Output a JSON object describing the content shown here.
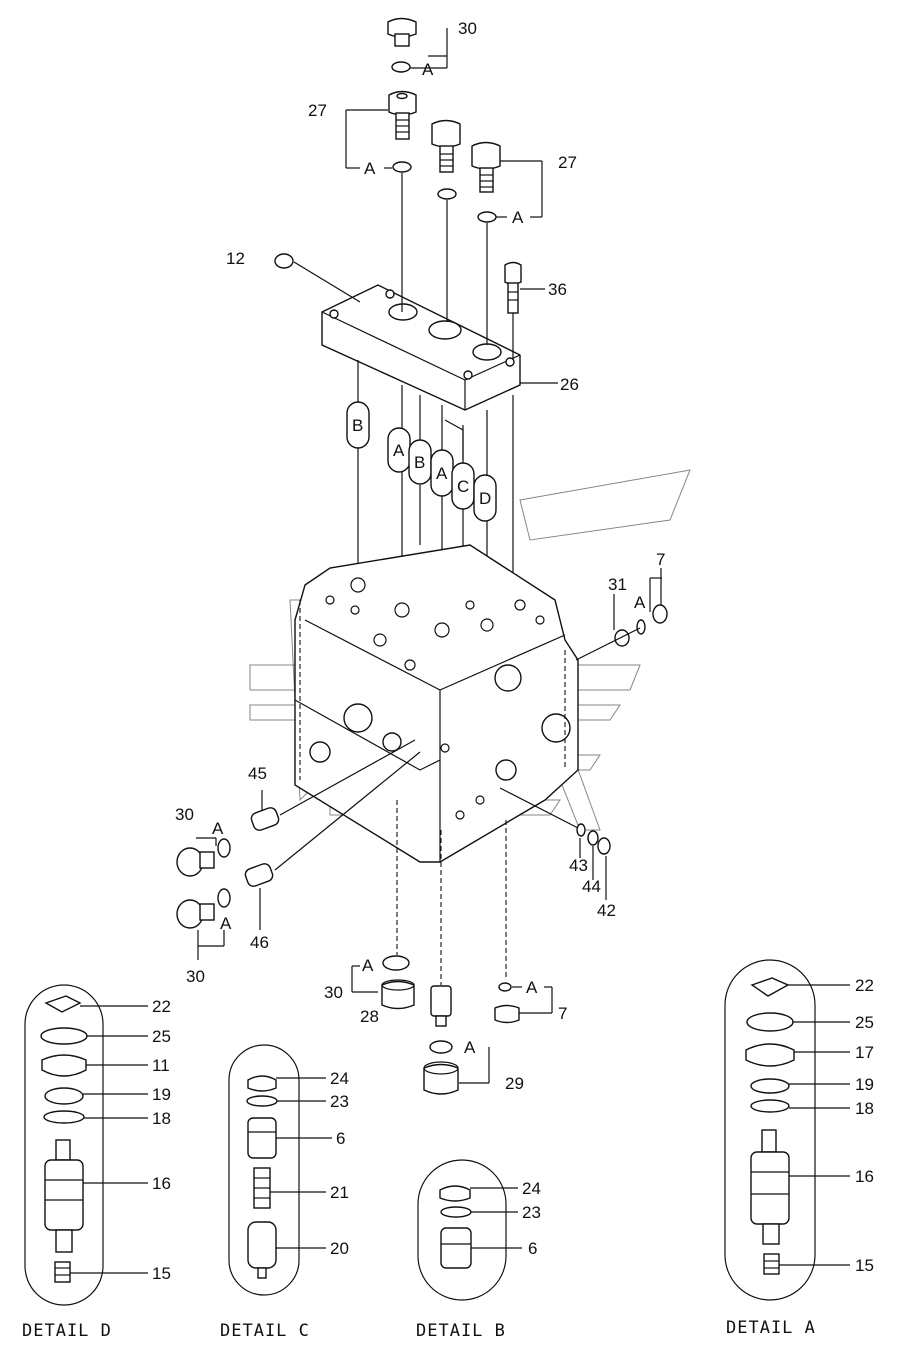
{
  "callouts": {
    "p30_top": "30",
    "a_top": "A",
    "p27_left": "27",
    "a_left": "A",
    "p27_right": "27",
    "a_right": "A",
    "p12": "12",
    "p36": "36",
    "p26": "26",
    "tag_b1": "B",
    "tag_a1": "A",
    "tag_b2": "B",
    "tag_a2": "A",
    "tag_c": "C",
    "tag_d": "D",
    "p7_right": "7",
    "p31": "31",
    "a_p7": "A",
    "p45": "45",
    "p30_mid": "30",
    "a_mid1": "A",
    "p46": "46",
    "p30_low": "30",
    "a_mid2": "A",
    "p43": "43",
    "p44": "44",
    "p42": "42",
    "p30_bottom": "30",
    "a_bottom1": "A",
    "p28": "28",
    "a_bottom2": "A",
    "p7_bottom": "7",
    "a_bottom3": "A",
    "p29": "29"
  },
  "details": {
    "d": {
      "title": "DETAIL D",
      "parts": [
        "22",
        "25",
        "11",
        "19",
        "18",
        "16",
        "15"
      ]
    },
    "c": {
      "title": "DETAIL C",
      "parts": [
        "24",
        "23",
        "6",
        "21",
        "20"
      ]
    },
    "b": {
      "title": "DETAIL B",
      "parts": [
        "24",
        "23",
        "6"
      ]
    },
    "a": {
      "title": "DETAIL A",
      "parts": [
        "22",
        "25",
        "17",
        "19",
        "18",
        "16",
        "15"
      ]
    }
  }
}
